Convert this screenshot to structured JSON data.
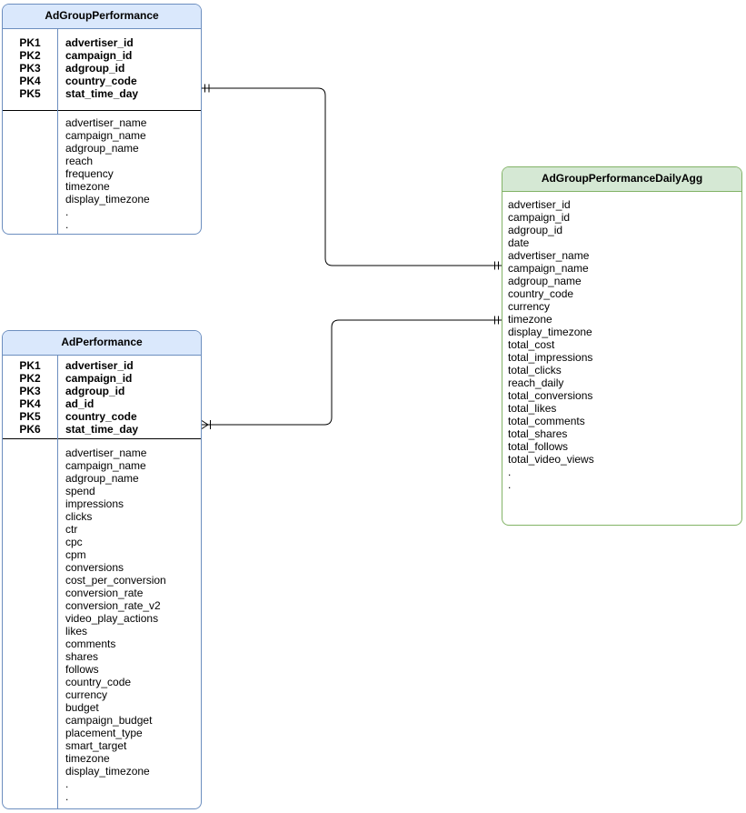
{
  "diagram": {
    "type": "entity-relationship",
    "tables": [
      {
        "id": "AdGroupPerformance",
        "title": "AdGroupPerformance",
        "header_bg": "#dae8fc",
        "border_color": "#6c8ebf",
        "primary_keys": [
          {
            "label": "PK1",
            "field": "advertiser_id"
          },
          {
            "label": "PK2",
            "field": "campaign_id"
          },
          {
            "label": "PK3",
            "field": "adgroup_id"
          },
          {
            "label": "PK4",
            "field": "country_code"
          },
          {
            "label": "PK5",
            "field": "stat_time_day"
          }
        ],
        "attributes": [
          "advertiser_name",
          "campaign_name",
          "adgroup_name",
          "reach",
          "frequency",
          "timezone",
          "display_timezone",
          ".",
          "."
        ]
      },
      {
        "id": "AdPerformance",
        "title": "AdPerformance",
        "header_bg": "#dae8fc",
        "border_color": "#6c8ebf",
        "primary_keys": [
          {
            "label": "PK1",
            "field": "advertiser_id"
          },
          {
            "label": "PK2",
            "field": "campaign_id"
          },
          {
            "label": "PK3",
            "field": "adgroup_id"
          },
          {
            "label": "PK4",
            "field": "ad_id"
          },
          {
            "label": "PK5",
            "field": "country_code"
          },
          {
            "label": "PK6",
            "field": "stat_time_day"
          }
        ],
        "attributes": [
          "advertiser_name",
          "campaign_name",
          "adgroup_name",
          "spend",
          "impressions",
          "clicks",
          "ctr",
          "cpc",
          "cpm",
          "conversions",
          "cost_per_conversion",
          "conversion_rate",
          "conversion_rate_v2",
          "video_play_actions",
          "likes",
          "comments",
          "shares",
          "follows",
          "country_code",
          "currency",
          "budget",
          "campaign_budget",
          "placement_type",
          "smart_target",
          "timezone",
          "display_timezone",
          ".",
          "."
        ]
      },
      {
        "id": "AdGroupPerformanceDailyAgg",
        "title": "AdGroupPerformanceDailyAgg",
        "header_bg": "#d5e8d4",
        "border_color": "#82b366",
        "primary_keys": [],
        "attributes": [
          "advertiser_id",
          "campaign_id",
          "adgroup_id",
          "date",
          "advertiser_name",
          "campaign_name",
          "adgroup_name",
          "country_code",
          "currency",
          "timezone",
          "display_timezone",
          "total_cost",
          "total_impressions",
          "total_clicks",
          "reach_daily",
          "total_conversions",
          "total_likes",
          "total_comments",
          "total_shares",
          "total_follows",
          "total_video_views",
          ".",
          "."
        ]
      }
    ],
    "relationships": [
      {
        "from": "AdGroupPerformance",
        "to": "AdGroupPerformanceDailyAgg",
        "from_cardinality": "one-and-only-one",
        "to_cardinality": "one-and-only-one"
      },
      {
        "from": "AdPerformance",
        "to": "AdGroupPerformanceDailyAgg",
        "from_cardinality": "one-or-many",
        "to_cardinality": "one-and-only-one"
      }
    ],
    "colors": {
      "blue_header_bg": "#dae8fc",
      "blue_border": "#6c8ebf",
      "green_header_bg": "#d5e8d4",
      "green_border": "#82b366",
      "connector_line": "#000000",
      "background": "#ffffff"
    }
  }
}
